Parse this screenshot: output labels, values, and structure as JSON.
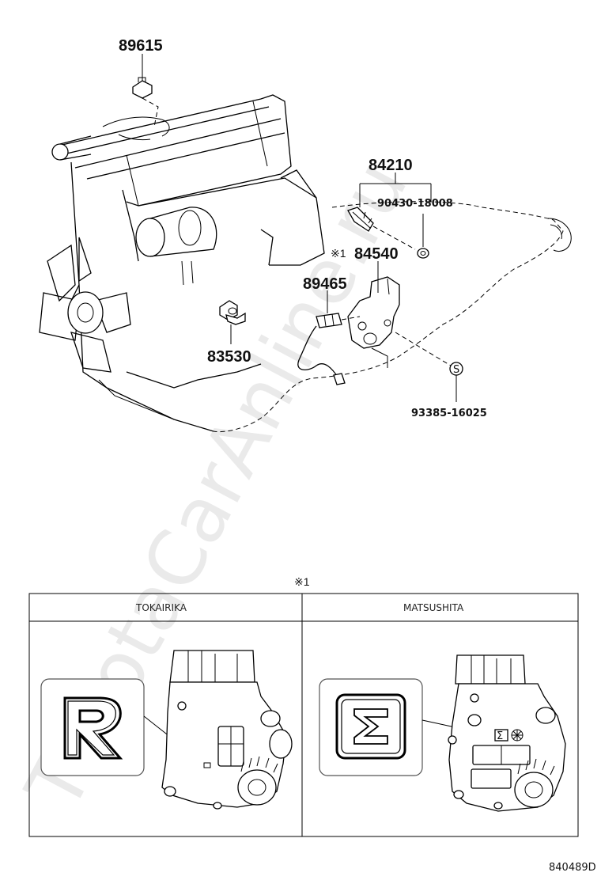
{
  "parts": {
    "p89615": "89615",
    "p84210": "84210",
    "p90430": "90430-18008",
    "p84540": "84540",
    "p84540_note": "※1",
    "p89465": "89465",
    "p83530": "83530",
    "p93385": "93385-16025"
  },
  "detail": {
    "note": "※1",
    "left_header": "TOKAIRIKA",
    "right_header": "MATSUSHITA"
  },
  "footer": {
    "code": "840489D"
  },
  "watermark": {
    "text": "ToyotaCarAnline.ru"
  }
}
